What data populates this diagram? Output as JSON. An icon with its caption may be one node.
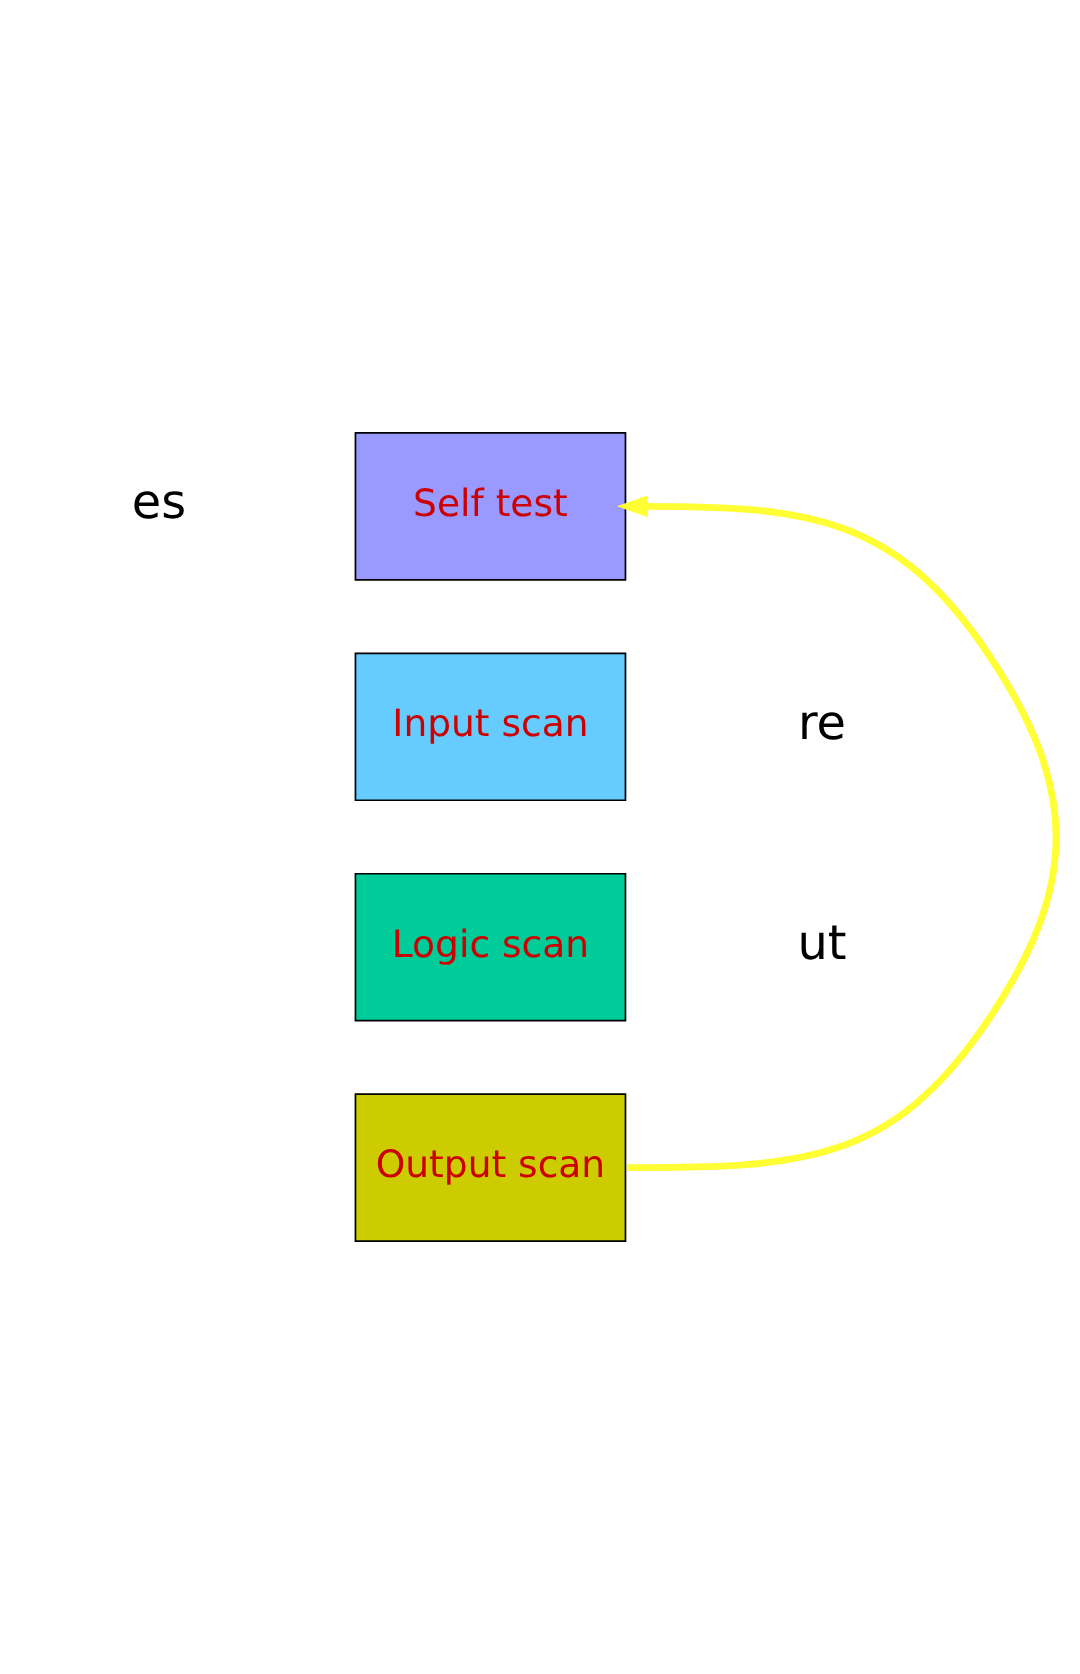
{
  "diagram": {
    "nodes": [
      {
        "text": [
          "Self test"
        ]
      },
      {
        "text": [
          "Input scan"
        ]
      },
      {
        "text": [
          "Logic scan"
        ]
      },
      {
        "text": [
          "Output scan"
        ]
      }
    ],
    "edges": [
      {
        "from": 3,
        "to": 0,
        "arrow": "to",
        "color": "#ffff33"
      }
    ],
    "labels": [
      "es",
      "re",
      "ut"
    ]
  }
}
